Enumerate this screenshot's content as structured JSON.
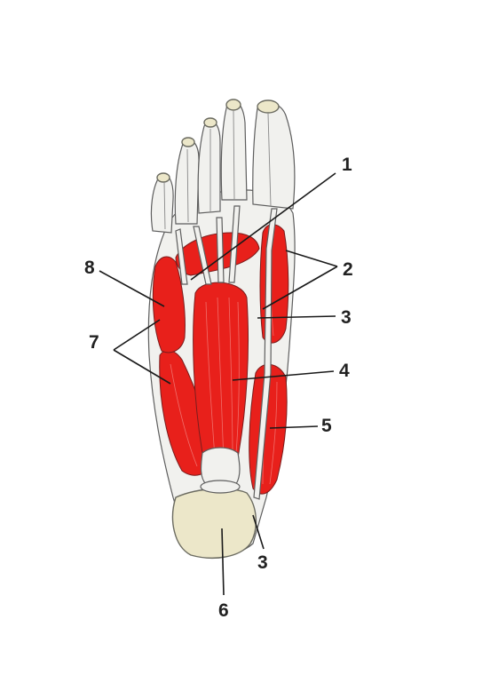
{
  "colors": {
    "muscle": "#e8201b",
    "muscle_dark": "#c41512",
    "tendon": "#f1f1ee",
    "bone": "#ece7c9",
    "line": "#1a1a1a"
  },
  "labels": {
    "l1": "1",
    "l2": "2",
    "l3a": "3",
    "l4": "4",
    "l5": "5",
    "l3b": "3",
    "l6": "6",
    "l7": "7",
    "l8": "8"
  }
}
